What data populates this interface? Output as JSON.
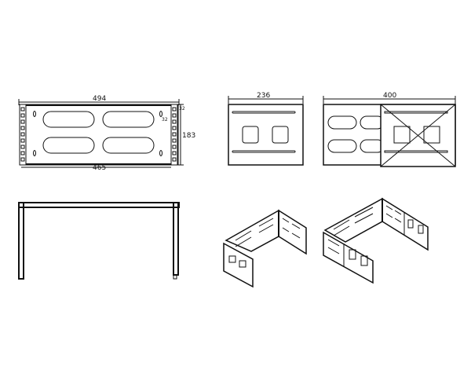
{
  "drawing": {
    "front_view": {
      "width_label": "494",
      "inner_width_label": "465",
      "height_label": "183",
      "small_dim_1": "32",
      "small_dim_2": "32"
    },
    "side_view_min": {
      "width_label": "236"
    },
    "side_view_max": {
      "width_label": "400"
    },
    "views": [
      "front",
      "top",
      "side-min",
      "side-max",
      "isometric-min",
      "isometric-max"
    ],
    "line_color": "#111111"
  }
}
